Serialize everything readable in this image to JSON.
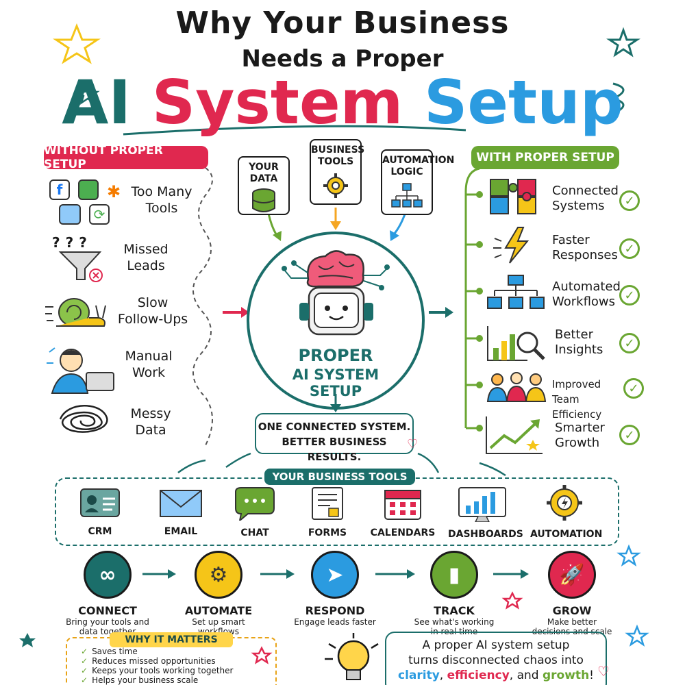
{
  "title": {
    "line1": "Why Your Business",
    "line2": "Needs a Proper",
    "word_ai": "AI",
    "word_system": "System",
    "word_setup": "Setup"
  },
  "colors": {
    "teal": "#1b6e6a",
    "red": "#e0284f",
    "blue": "#2b9be0",
    "green": "#6aa632",
    "yellow": "#ffd54a"
  },
  "without": {
    "label": "WITHOUT PROPER SETUP",
    "items": [
      {
        "label": "Too Many Tools",
        "icon": "app-icons"
      },
      {
        "label": "Missed Leads",
        "icon": "funnel-icon"
      },
      {
        "label": "Slow Follow-Ups",
        "icon": "snail-icon"
      },
      {
        "label": "Manual Work",
        "icon": "stressed-person-icon"
      },
      {
        "label": "Messy Data",
        "icon": "scribble-icon"
      }
    ]
  },
  "inputs": [
    {
      "label": "YOUR DATA",
      "icon": "database-icon"
    },
    {
      "label": "BUSINESS TOOLS",
      "icon": "gear-icon"
    },
    {
      "label": "AUTOMATION LOGIC",
      "icon": "flowchart-icon"
    }
  ],
  "core": {
    "line1": "PROPER",
    "line2": "AI SYSTEM SETUP",
    "icon": "robot-brain-icon"
  },
  "result": {
    "line1": "ONE CONNECTED SYSTEM.",
    "line2": "BETTER BUSINESS RESULTS."
  },
  "with": {
    "label": "WITH PROPER SETUP",
    "items": [
      {
        "label": "Connected Systems",
        "icon": "puzzle-icon"
      },
      {
        "label": "Faster Responses",
        "icon": "lightning-icon"
      },
      {
        "label": "Automated Workflows",
        "icon": "workflow-icon"
      },
      {
        "label": "Better Insights",
        "icon": "chart-magnifier-icon"
      },
      {
        "label": "Improved Team Efficiency",
        "icon": "team-icon"
      },
      {
        "label": "Smarter Growth",
        "icon": "growth-chart-icon"
      }
    ]
  },
  "tools": {
    "label": "YOUR BUSINESS TOOLS",
    "items": [
      {
        "label": "CRM",
        "icon": "contact-card-icon"
      },
      {
        "label": "EMAIL",
        "icon": "envelope-icon"
      },
      {
        "label": "CHAT",
        "icon": "chat-bubble-icon"
      },
      {
        "label": "FORMS",
        "icon": "form-icon"
      },
      {
        "label": "CALENDARS",
        "icon": "calendar-icon"
      },
      {
        "label": "DASHBOARDS",
        "icon": "dashboard-icon"
      },
      {
        "label": "AUTOMATION",
        "icon": "automation-gear-icon"
      }
    ]
  },
  "steps": [
    {
      "title": "CONNECT",
      "desc": "Bring your tools and data together",
      "icon": "link-icon",
      "color": "#1b6e6a"
    },
    {
      "title": "AUTOMATE",
      "desc": "Set up smart workflows",
      "icon": "gears-icon",
      "color": "#f5c518"
    },
    {
      "title": "RESPOND",
      "desc": "Engage leads faster",
      "icon": "paper-plane-icon",
      "color": "#2b9be0"
    },
    {
      "title": "TRACK",
      "desc": "See what's working in real time",
      "icon": "bar-chart-icon",
      "color": "#6aa632"
    },
    {
      "title": "GROW",
      "desc": "Make better decisions and scale",
      "icon": "rocket-icon",
      "color": "#e0284f"
    }
  ],
  "why": {
    "label": "WHY IT MATTERS",
    "items": [
      "Saves time",
      "Reduces missed opportunities",
      "Keeps your tools working together",
      "Helps your business scale"
    ]
  },
  "quote": {
    "line1": "A proper AI system setup",
    "line2": "turns disconnected chaos into",
    "clarity": "clarity",
    "efficiency": "efficiency",
    "and": ", and ",
    "growth": "growth",
    "end": "!"
  }
}
